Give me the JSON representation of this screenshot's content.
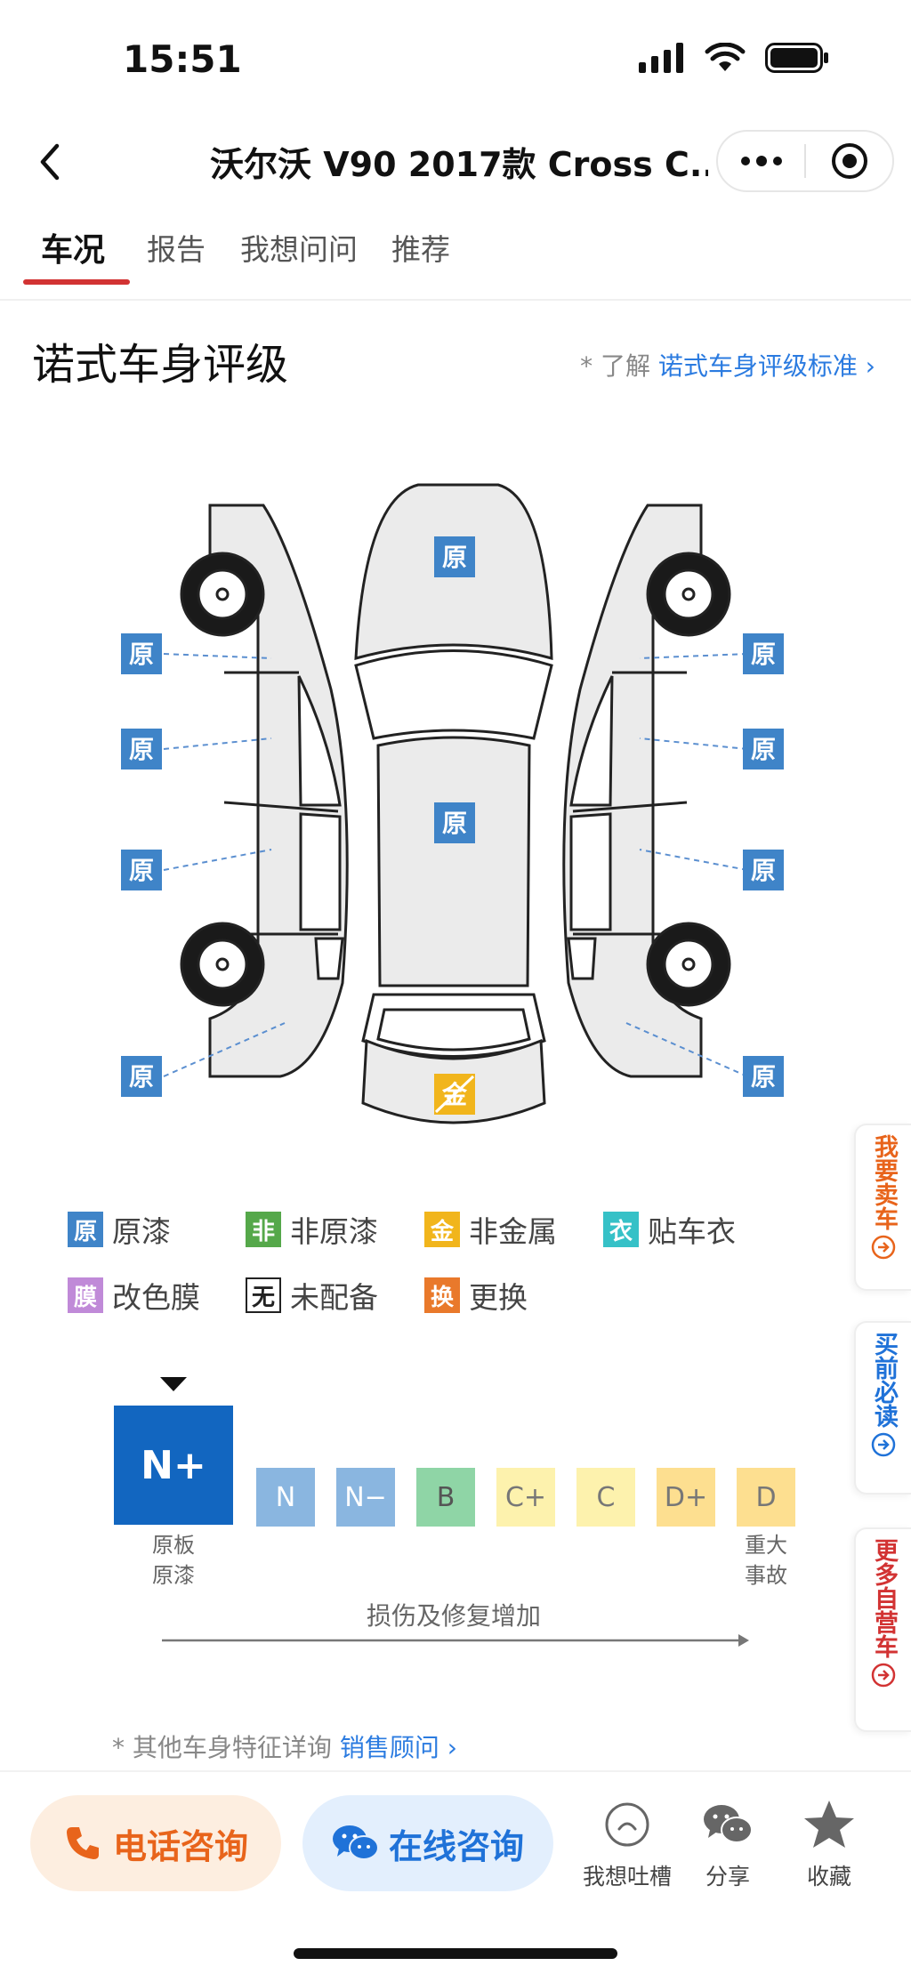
{
  "status_bar": {
    "time": "15:51"
  },
  "header": {
    "title": "沃尔沃 V90 2017款 Cross C..."
  },
  "tabs": [
    {
      "label": "车况"
    },
    {
      "label": "报告"
    },
    {
      "label": "我想问问"
    },
    {
      "label": "推荐"
    }
  ],
  "section": {
    "title": "诺式车身评级",
    "learn_prefix": "* 了解",
    "learn_link": "诺式车身评级标准 ›"
  },
  "diagram": {
    "markers": {
      "hood": "原",
      "roof": "原",
      "left_front_fender": "原",
      "left_front_door": "原",
      "left_rear_door": "原",
      "left_rear_quarter": "原",
      "right_front_fender": "原",
      "right_front_door": "原",
      "right_rear_door": "原",
      "right_rear_quarter": "原",
      "tailgate": "金"
    }
  },
  "legend": [
    {
      "chip": "原",
      "label": "原漆",
      "color": "#3f84c8"
    },
    {
      "chip": "非",
      "label": "非原漆",
      "color": "#55a84a"
    },
    {
      "chip": "金",
      "label": "非金属",
      "color": "#f1b51c"
    },
    {
      "chip": "衣",
      "label": "贴车衣",
      "color": "#36c1c7"
    },
    {
      "chip": "膜",
      "label": "改色膜",
      "color": "#c08ad8"
    },
    {
      "chip": "无",
      "label": "未配备",
      "color": "#ffffff"
    },
    {
      "chip": "换",
      "label": "更换",
      "color": "#e9792b"
    }
  ],
  "grades": [
    {
      "label": "N+",
      "color": "#1266c0"
    },
    {
      "label": "N",
      "color": "#8ab6e0"
    },
    {
      "label": "N−",
      "color": "#8ab6e0"
    },
    {
      "label": "B",
      "color": "#8fd5a6"
    },
    {
      "label": "C+",
      "color": "#fdf2ad"
    },
    {
      "label": "C",
      "color": "#fdf2ad"
    },
    {
      "label": "D+",
      "color": "#fddf90"
    },
    {
      "label": "D",
      "color": "#fddf90"
    }
  ],
  "grade_labels": {
    "left_line1": "原板",
    "left_line2": "原漆",
    "right_line1": "重大",
    "right_line2": "事故",
    "arrow": "损伤及修复增加"
  },
  "note": {
    "prefix": "* 其他车身特征详询",
    "link": "销售顾问 ›"
  },
  "side_tabs": [
    {
      "label": "我要卖车",
      "color": "#e8641b"
    },
    {
      "label": "买前必读",
      "color": "#1f72d8"
    },
    {
      "label": "更多自营车",
      "color": "#d23333"
    }
  ],
  "bottom_bar": {
    "phone": "电话咨询",
    "online": "在线咨询",
    "feedback": "我想吐槽",
    "share": "分享",
    "favorite": "收藏"
  }
}
